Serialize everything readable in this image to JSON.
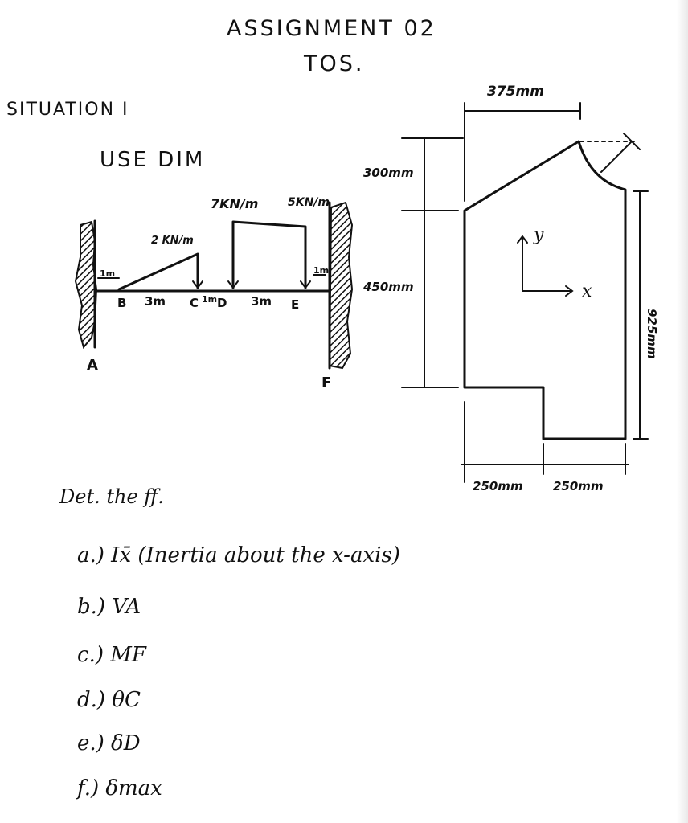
{
  "header": {
    "title": "ASSIGNMENT 02",
    "subtitle": "TOS."
  },
  "situation": "SITUATION I",
  "method": "USE DIM",
  "beam": {
    "support_labels": [
      "A",
      "F"
    ],
    "point_labels": [
      "B",
      "C",
      "D",
      "E"
    ],
    "dist_B_C": "3m",
    "dist_C_D": "1m",
    "dist_D_E": "3m",
    "dist_A_B": "1m",
    "dist_E_F": "1m",
    "load_triangular": "2 KN/m",
    "load_uniform": "7KN/m",
    "load_varying_end": "5KN/m"
  },
  "section": {
    "top_width": "375mm",
    "dim_300": "300mm",
    "dim_450": "450mm",
    "dim_925": "925mm",
    "bottom_left": "250mm",
    "bottom_right": "250mm",
    "axis_y": "y",
    "axis_x": "x"
  },
  "questions": {
    "intro": "Det. the ff.",
    "items": [
      "a.) Ix̄ (Inertia about the x-axis)",
      "b.) VA",
      "c.) MF",
      "d.) θC",
      "e.) δD",
      "f.) δmax"
    ]
  }
}
